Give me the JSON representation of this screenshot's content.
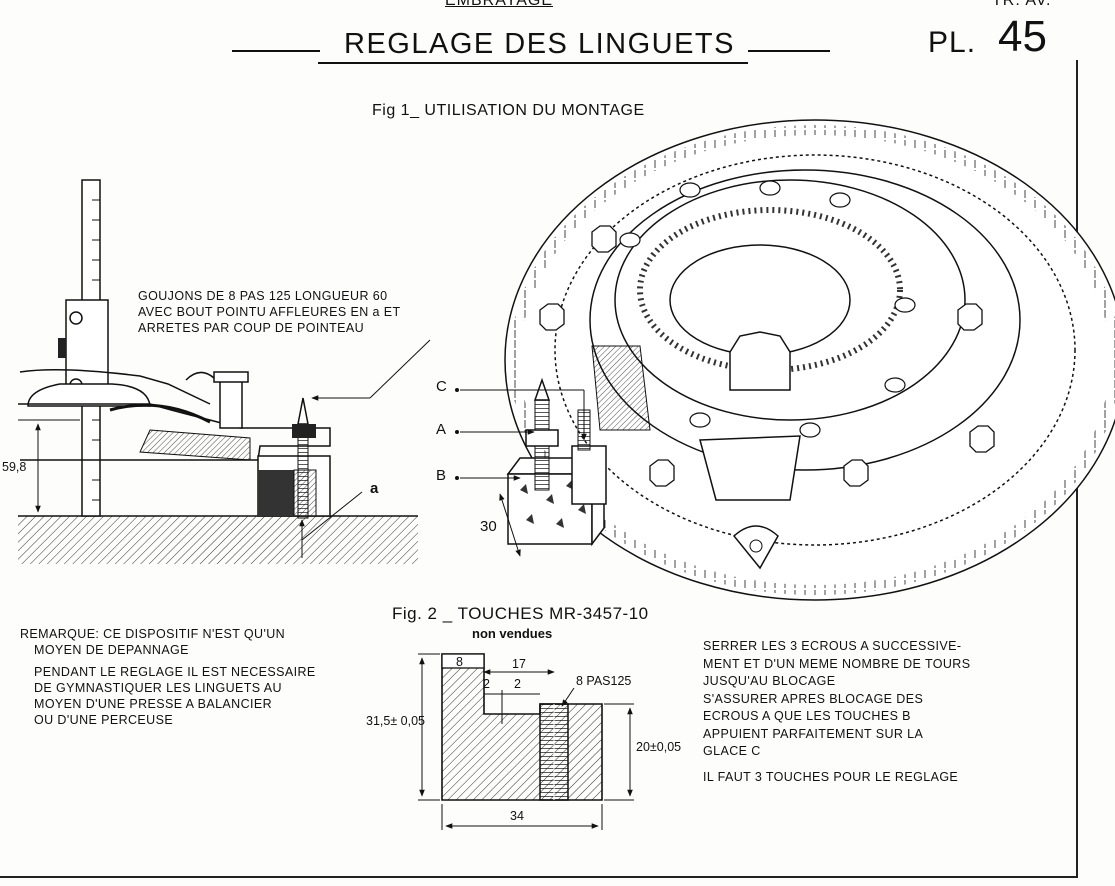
{
  "header": {
    "section_label": "EMBRAYAGE",
    "planche_ref": "TR. AV.",
    "title": "REGLAGE DES LINGUETS",
    "pl_label": "PL.",
    "pl_number": "45"
  },
  "figure1": {
    "caption": "Fig 1_ UTILISATION DU MONTAGE",
    "note_lines": [
      "GOUJONS DE 8 PAS 125 LONGUEUR 60",
      "AVEC BOUT POINTU AFFLEURES EN a ET",
      "ARRETES PAR COUP DE POINTEAU"
    ],
    "dimension_height": "59,8",
    "callout_a": "a",
    "callouts": [
      "C",
      "A",
      "B"
    ],
    "block_width": "30"
  },
  "figure2": {
    "caption": "Fig. 2 _ TOUCHES MR-3457-10",
    "subcaption": "non vendues",
    "dims": {
      "top_left": "8",
      "top_right": "17",
      "step_a": "2",
      "step_b": "2",
      "thread": "8 PAS125",
      "height_total": "31,5± 0,05",
      "height_thread": "20±0,05",
      "width_total": "34"
    }
  },
  "remarks": [
    "REMARQUE: CE DISPOSITIF N'EST QU'UN",
    "MOYEN DE DEPANNAGE",
    "PENDANT LE REGLAGE IL EST NECESSAIRE",
    "DE GYMNASTIQUER LES LINGUETS AU",
    "MOYEN D'UNE PRESSE A BALANCIER",
    "OU D'UNE PERCEUSE"
  ],
  "instructions": [
    "SERRER LES 3 ECROUS A SUCCESSIVE-",
    "MENT ET D'UN MEME NOMBRE DE TOURS",
    "JUSQU'AU BLOCAGE",
    "S'ASSURER APRES BLOCAGE DES",
    "ECROUS A QUE LES TOUCHES B",
    "APPUIENT PARFAITEMENT SUR LA",
    "GLACE C",
    "IL FAUT 3 TOUCHES POUR LE REGLAGE"
  ]
}
